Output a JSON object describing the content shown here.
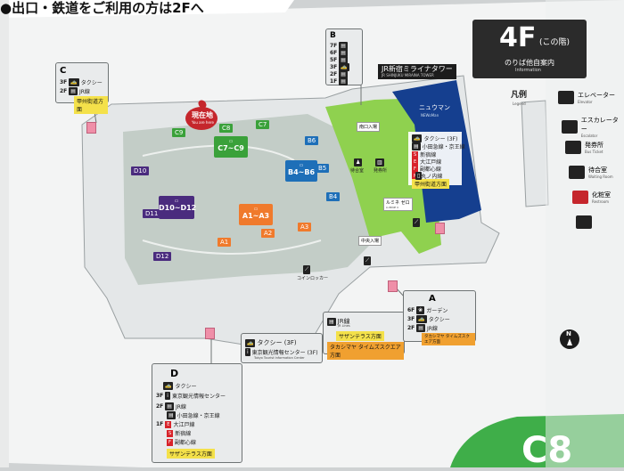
{
  "header": {
    "top_text": "●出口・鉄道をご利用の方は2Fへ"
  },
  "floor_badge": {
    "floor": "4F",
    "this_floor": "(この階)",
    "title_jp": "のりば他自案内",
    "title_en": "Information"
  },
  "legend": {
    "title_jp": "凡例",
    "title_en": "Legend",
    "items": [
      {
        "jp": "エレベーター",
        "en": "Elevator"
      },
      {
        "jp": "エスカレーター",
        "en": "Escalator"
      },
      {
        "jp": "発券所",
        "en": "Bus Ticket"
      },
      {
        "jp": "待合室",
        "en": "Waiting Room"
      },
      {
        "jp": "化粧室",
        "en": "Restroom"
      },
      {
        "jp": "",
        "en": ""
      }
    ]
  },
  "building": {
    "jr_tower": "JR新宿ミライナタワー",
    "jr_tower_en": "JR SHINJUKU MIRAINA TOWER",
    "newoman": "ニュウマン",
    "newoman_en": "NEWoMan"
  },
  "you_are_here": {
    "jp": "現在地",
    "en": "You are here"
  },
  "gates": {
    "C": [
      "C9",
      "C8",
      "C7"
    ],
    "B": [
      "B6",
      "B5",
      "B4"
    ],
    "A": [
      "A1",
      "A2",
      "A3"
    ],
    "D": [
      "D10",
      "D11",
      "D12"
    ]
  },
  "zones": {
    "c_block": "C7~C9",
    "b_block": "B4~B6",
    "a_block": "A1~A3",
    "d_block": "D10~D12"
  },
  "labels": {
    "wait_room": "待合室",
    "ticket": "発券所",
    "entrance1": "南口入場",
    "entrance2": "中央入場",
    "lumine": "ルミネ ゼロ",
    "lumine_en": "LUMINE 0",
    "coin_locker": "コインロッカー",
    "saginomiya": "サザンテラス方面",
    "taka": "タカシマヤ タイムズスクエア方面",
    "tokyu": "東京観光情報センター",
    "taxi": "タクシー",
    "jr": "JR線",
    "a_dir": "タカシマヤ タイムズスクエア方面"
  },
  "callouts": {
    "B": {
      "letter": "B",
      "floor7": "7F",
      "floor6": "6F",
      "floor5": "5F",
      "floor3": "3F",
      "floor2": "2F",
      "floor1": "1F"
    },
    "C": {
      "letter": "C",
      "floor3": "3F",
      "floor2": "2F",
      "r1": "タクシー",
      "r2": "JR線",
      "r3": "甲州街道方面"
    },
    "D": {
      "letter": "D",
      "floor3": "3F",
      "floor2": "2F",
      "floor1": "1F",
      "taxi": "タクシー",
      "center": "東京観光情報センター",
      "jr": "JR線",
      "lines": "小田急線・京王線",
      "oedo": "大江戸線",
      "shinjuku": "新宿線",
      "fukutoshin": "副都心線",
      "dir": "サザンテラス方面"
    },
    "A": {
      "letter": "A",
      "floor6": "6F",
      "floor3": "3F",
      "floor2": "2F",
      "garden": "ガーデン",
      "taxi": "タクシー",
      "jr": "JR線",
      "dir": "タカシマヤ タイムズスクエア方面"
    },
    "taxi_center": {
      "row1": "タクシー (3F)",
      "row2": "東京観光情報センター (3F)",
      "row2_en": "Tokyo Tourist Information Center"
    },
    "jr_box": {
      "jr": "JR線",
      "jr_en": "JR Lines",
      "dir1": "サザンテラス方面",
      "dir2": "タカシマヤ タイムズスクエア方面"
    },
    "newoman_list": {
      "r1": "タクシー (3F)",
      "r2": "小田急線・京王線",
      "r3": "新宿線",
      "r4": "大江戸線",
      "r5": "副都心線",
      "r6": "丸ノ内線",
      "r7": "甲州街道方面"
    }
  },
  "north": "N",
  "big_sign": "C8",
  "colors": {
    "green": "#3aa13a",
    "orange": "#f07a2c",
    "blue": "#1e6fb8",
    "purple": "#4a2b7e",
    "navy": "#153f8f",
    "lime": "#8fd14f",
    "floor": "#c3cdc7"
  }
}
